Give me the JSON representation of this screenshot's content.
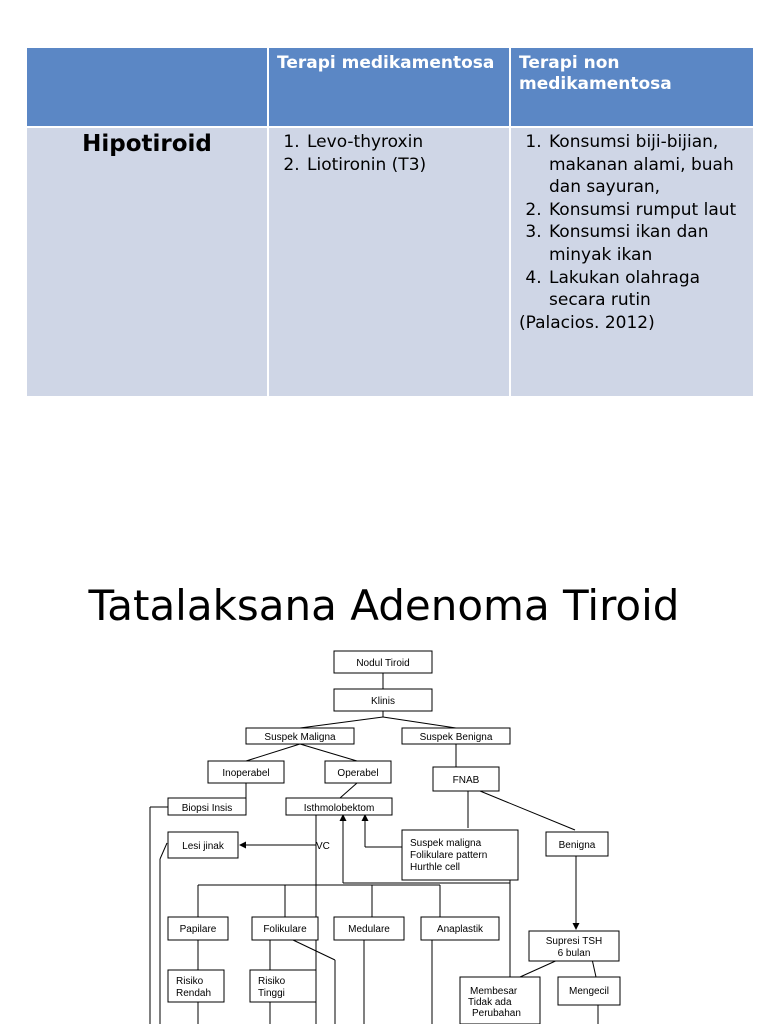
{
  "table": {
    "header": {
      "col1": "",
      "col2": "Terapi medikamentosa",
      "col3": "Terapi non medikamentosa"
    },
    "row": {
      "label": "Hipotiroid",
      "medikamentosa": [
        "Levo-thyroxin",
        "Liotironin (T3)"
      ],
      "non_medikamentosa": [
        "Konsumsi biji-bijian, makanan alami, buah dan sayuran,",
        "Konsumsi rumput laut",
        "Konsumsi ikan dan minyak ikan",
        "Lakukan olahraga secara rutin"
      ],
      "citation": "(Palacios. 2012)"
    }
  },
  "slide_title": "Tatalaksana Adenoma Tiroid",
  "flowchart": {
    "nodul_tiroid": "Nodul Tiroid",
    "klinis": "Klinis",
    "suspek_maligna": "Suspek Maligna",
    "suspek_benigna": "Suspek Benigna",
    "inoperabel": "Inoperabel",
    "operabel": "Operabel",
    "fnab": "FNAB",
    "biopsi_insisi": "Biopsi Insis",
    "isthmolobektomi": "Isthmolobektom",
    "lesi_jinak": "Lesi jinak",
    "vc": "VC",
    "suspek_maligna_detail": [
      "Suspek maligna",
      "Folikulare pattern",
      "Hurthle cell"
    ],
    "benigna": "Benigna",
    "papilare": "Papilare",
    "folikulare": "Folikulare",
    "medulare": "Medulare",
    "anaplastik": "Anaplastik",
    "supresi_tsh": [
      "Supresi TSH",
      "6 bulan"
    ],
    "risiko_rendah": [
      "Risiko",
      "Rendah"
    ],
    "risiko_tinggi": [
      "Risiko",
      "Tinggi"
    ],
    "membesar": [
      "Membesar",
      "Tidak ada",
      "Perubahan"
    ],
    "mengecil": "Mengecil"
  }
}
